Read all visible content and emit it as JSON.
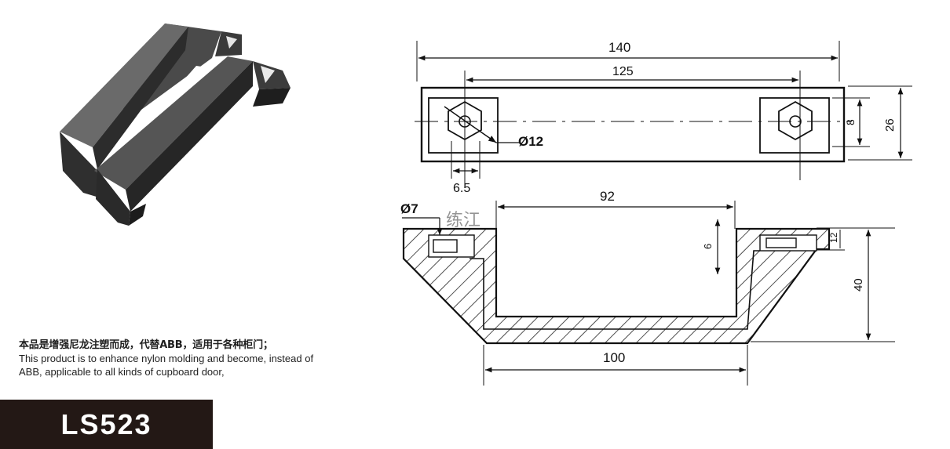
{
  "product": {
    "description_cn": "本品是增强尼龙注塑而成，代替ABB，适用于各种柜门；",
    "description_en_line1": "This product is to enhance nylon molding and become, instead of",
    "description_en_line2": "ABB, applicable to all kinds of cupboard door,",
    "model": "LS523"
  },
  "drawing": {
    "dimensions": {
      "overall_length": "140",
      "hole_spacing": "125",
      "hole_diameter": "Ø12",
      "hole_offset": "6.5",
      "slot_width": "8",
      "width": "26",
      "counterbore_diameter": "Ø7",
      "inner_length": "92",
      "base_length": "100",
      "top_thickness": "12",
      "depth": "6",
      "height": "40"
    },
    "watermark": "练江"
  },
  "colors": {
    "model_box_bg": "#231815",
    "photo_body": "#3a3a3a"
  }
}
